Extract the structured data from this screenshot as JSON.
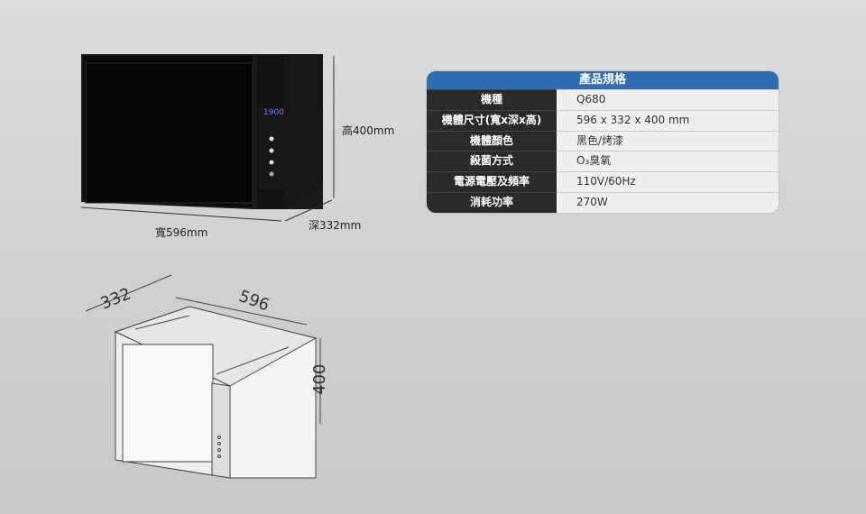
{
  "product_photo": {
    "height_label": "高400mm",
    "width_label": "寬596mm",
    "depth_label": "深332mm",
    "display_text": "1900"
  },
  "spec_table": {
    "title": "產品規格",
    "rows": [
      {
        "label": "機種",
        "value": "Q680"
      },
      {
        "label": "機體尺寸(寬x深x高)",
        "value": "596 x 332 x 400 mm"
      },
      {
        "label": "機體顏色",
        "value": "黑色/烤漆"
      },
      {
        "label": "殺菌方式",
        "value": "O₃臭氧"
      },
      {
        "label": "電源電壓及頻率",
        "value": "110V/60Hz"
      },
      {
        "label": "消耗功率",
        "value": "270W"
      }
    ]
  },
  "line_drawing": {
    "depth": "332",
    "width": "596",
    "height": "400"
  }
}
